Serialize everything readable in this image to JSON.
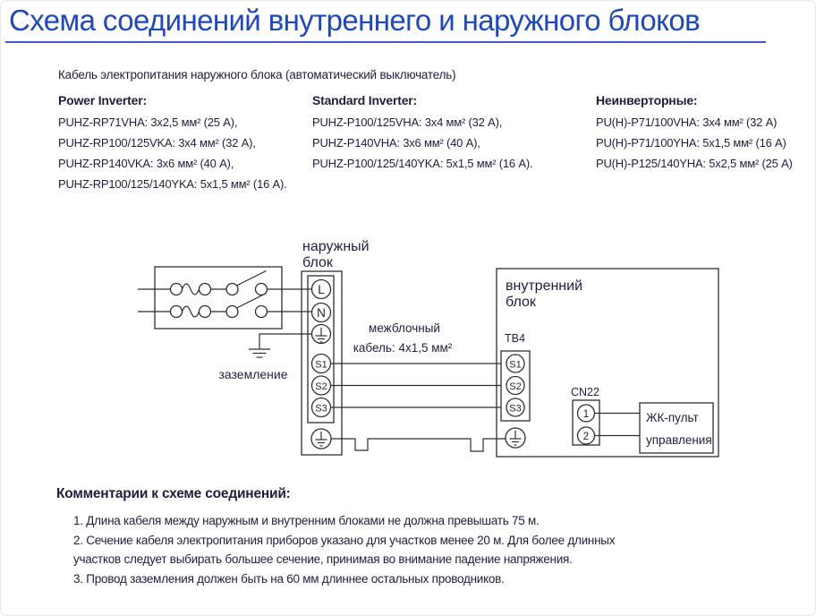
{
  "title": "Схема соединений внутреннего и наружного блоков",
  "power_cable_note": "Кабель электропитания наружного блока (автоматический выключатель)",
  "spec_columns": [
    {
      "heading": "Power Inverter:",
      "lines": [
        "PUHZ-RP71VHA: 3х2,5 мм²  (25 А),",
        "PUHZ-RP100/125VKA: 3х4 мм² (32 А),",
        "PUHZ-RP140VKA: 3х6 мм² (40 А),",
        "PUHZ-RP100/125/140YKA: 5х1,5 мм² (16 А)."
      ]
    },
    {
      "heading": "Standard Inverter:",
      "lines": [
        "PUHZ-P100/125VHA: 3х4 мм² (32 А),",
        "PUHZ-P140VHA: 3х6 мм² (40 А),",
        "PUHZ-P100/125/140YKA: 5х1,5 мм² (16 А)."
      ]
    },
    {
      "heading": "Неинверторные:",
      "lines": [
        "PU(H)-P71/100VHA: 3х4 мм² (32 А)",
        "PU(H)-P71/100YHA: 5х1,5 мм²  (16 А)",
        "PU(H)-P125/140YHA: 5х2,5 мм² (25 А)"
      ]
    }
  ],
  "diagram": {
    "outdoor_label": [
      "наружный",
      "блок"
    ],
    "indoor_label": [
      "внутренний",
      "блок"
    ],
    "ground_label": "заземление",
    "cable_label": [
      "межблочный",
      "кабель: 4х1,5 мм²"
    ],
    "tb4_label": "TB4",
    "cn22_label": "CN22",
    "remote_label": [
      "ЖК-пульт",
      "управления"
    ],
    "outdoor_terminals": [
      "L",
      "N",
      "S1",
      "S2",
      "S3"
    ],
    "indoor_terminals": [
      "S1",
      "S2",
      "S3"
    ],
    "cn22_pins": [
      "1",
      "2"
    ]
  },
  "comments": {
    "heading": "Комментарии к схеме соединений:",
    "lines": [
      "1. Длина кабеля между наружным и внутренним блоками не должна превышать 75 м.",
      "2. Сечение кабеля электропитания приборов указано для участков менее 20 м. Для более длинных",
      "участков следует выбирать большее сечение, принимая во внимание падение напряжения.",
      "3. Провод заземления должен быть на 60 мм длиннее остальных проводников."
    ]
  },
  "colors": {
    "title_blue": "#2248b4",
    "rule_blue": "#3c5fc0",
    "text_navy": "#1f1f3d",
    "line_dark": "#2e2e2e"
  }
}
